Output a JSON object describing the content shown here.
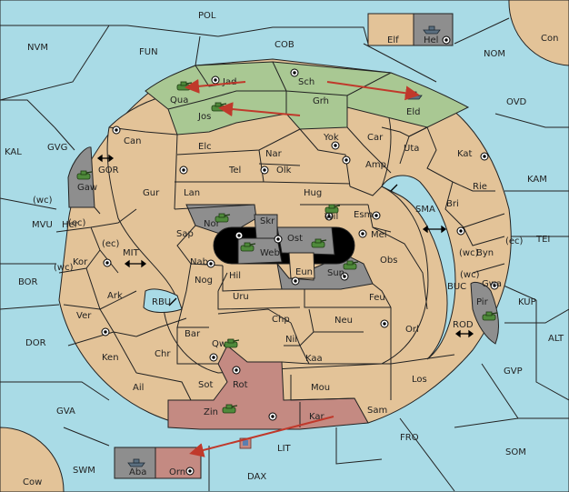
{
  "map": {
    "colors": {
      "sea": "#a9dbe6",
      "neutral_land": "#e3c398",
      "green_power": "#a9c893",
      "pink_power": "#c48a82",
      "grey_power": "#8e8e8e",
      "order_arrow": "#c0392b"
    },
    "seas": [
      {
        "id": "POL",
        "label": "POL"
      },
      {
        "id": "NVM",
        "label": "NVM"
      },
      {
        "id": "FUN",
        "label": "FUN"
      },
      {
        "id": "COB",
        "label": "COB"
      },
      {
        "id": "NOM",
        "label": "NOM"
      },
      {
        "id": "Con",
        "label": "Con"
      },
      {
        "id": "OVD",
        "label": "OVD"
      },
      {
        "id": "KAL",
        "label": "KAL"
      },
      {
        "id": "GVG",
        "label": "GVG"
      },
      {
        "id": "GOR",
        "label": "GOR"
      },
      {
        "id": "KAM",
        "label": "KAM"
      },
      {
        "id": "SMA",
        "label": "SMA"
      },
      {
        "id": "TEI",
        "label": "TEI"
      },
      {
        "id": "MVU",
        "label": "MVU"
      },
      {
        "id": "MIT",
        "label": "MIT"
      },
      {
        "id": "BOR",
        "label": "BOR"
      },
      {
        "id": "RBU",
        "label": "RBU"
      },
      {
        "id": "BUC",
        "label": "BUC"
      },
      {
        "id": "KUP",
        "label": "KUP"
      },
      {
        "id": "ROD",
        "label": "ROD"
      },
      {
        "id": "DOR",
        "label": "DOR"
      },
      {
        "id": "ALT",
        "label": "ALT"
      },
      {
        "id": "GVP",
        "label": "GVP"
      },
      {
        "id": "GVA",
        "label": "GVA"
      },
      {
        "id": "FRO",
        "label": "FRO"
      },
      {
        "id": "LIT",
        "label": "LIT"
      },
      {
        "id": "SOM",
        "label": "SOM"
      },
      {
        "id": "SWM",
        "label": "SWM"
      },
      {
        "id": "DAX",
        "label": "DAX"
      },
      {
        "id": "Cow",
        "label": "Cow"
      }
    ],
    "lands": [
      {
        "id": "Jad",
        "label": "Jad"
      },
      {
        "id": "Sch",
        "label": "Sch"
      },
      {
        "id": "Qua",
        "label": "Qua"
      },
      {
        "id": "Jos",
        "label": "Jos"
      },
      {
        "id": "Grh",
        "label": "Grh"
      },
      {
        "id": "Eld",
        "label": "Eld"
      },
      {
        "id": "Can",
        "label": "Can"
      },
      {
        "id": "Elc",
        "label": "Elc"
      },
      {
        "id": "Nar",
        "label": "Nar"
      },
      {
        "id": "Yok",
        "label": "Yok"
      },
      {
        "id": "Car",
        "label": "Car"
      },
      {
        "id": "Uta",
        "label": "Uta"
      },
      {
        "id": "Kat",
        "label": "Kat"
      },
      {
        "id": "Gaw",
        "label": "Gaw"
      },
      {
        "id": "Tel",
        "label": "Tel"
      },
      {
        "id": "Olk",
        "label": "Olk"
      },
      {
        "id": "Amp",
        "label": "Amp"
      },
      {
        "id": "Gur",
        "label": "Gur"
      },
      {
        "id": "Lan",
        "label": "Lan"
      },
      {
        "id": "Hug",
        "label": "Hug"
      },
      {
        "id": "Rie",
        "label": "Rie"
      },
      {
        "id": "Bri",
        "label": "Bri"
      },
      {
        "id": "Nor",
        "label": "Nor"
      },
      {
        "id": "Wil",
        "label": "Wil"
      },
      {
        "id": "Esm",
        "label": "Esm"
      },
      {
        "id": "Her",
        "label": "Her"
      },
      {
        "id": "Skr",
        "label": "Skr"
      },
      {
        "id": "Sap",
        "label": "Sap"
      },
      {
        "id": "Ost",
        "label": "Ost"
      },
      {
        "id": "Mel",
        "label": "Mel"
      },
      {
        "id": "Web",
        "label": "Web"
      },
      {
        "id": "Kor",
        "label": "Kor"
      },
      {
        "id": "Byn",
        "label": "Byn"
      },
      {
        "id": "Nab",
        "label": "Nab"
      },
      {
        "id": "Eun",
        "label": "Eun"
      },
      {
        "id": "Sun",
        "label": "Sun"
      },
      {
        "id": "Obs",
        "label": "Obs"
      },
      {
        "id": "Hil",
        "label": "Hil"
      },
      {
        "id": "Gwa",
        "label": "Gwa"
      },
      {
        "id": "Ark",
        "label": "Ark"
      },
      {
        "id": "Nog",
        "label": "Nog"
      },
      {
        "id": "Uru",
        "label": "Uru"
      },
      {
        "id": "Feu",
        "label": "Feu"
      },
      {
        "id": "Pir",
        "label": "Pir"
      },
      {
        "id": "Ver",
        "label": "Ver"
      },
      {
        "id": "Chp",
        "label": "Chp"
      },
      {
        "id": "Neu",
        "label": "Neu"
      },
      {
        "id": "Bar",
        "label": "Bar"
      },
      {
        "id": "Orl",
        "label": "Orl"
      },
      {
        "id": "Qwi",
        "label": "Qwi"
      },
      {
        "id": "Nil",
        "label": "Nil"
      },
      {
        "id": "Ken",
        "label": "Ken"
      },
      {
        "id": "Chr",
        "label": "Chr"
      },
      {
        "id": "Kaa",
        "label": "Kaa"
      },
      {
        "id": "Rot",
        "label": "Rot"
      },
      {
        "id": "Los",
        "label": "Los"
      },
      {
        "id": "Ail",
        "label": "Ail"
      },
      {
        "id": "Sot",
        "label": "Sot"
      },
      {
        "id": "Mou",
        "label": "Mou"
      },
      {
        "id": "Zin",
        "label": "Zin"
      },
      {
        "id": "Kar",
        "label": "Kar"
      },
      {
        "id": "Sam",
        "label": "Sam"
      },
      {
        "id": "Elf",
        "label": "Elf"
      },
      {
        "id": "Hel",
        "label": "Hel"
      },
      {
        "id": "Aba",
        "label": "Aba"
      },
      {
        "id": "Orn",
        "label": "Orn"
      }
    ],
    "coast_labels": [
      "(wc)",
      "(ec)",
      "(ec)",
      "(wc)",
      "(wc)",
      "(ec)",
      "(wc)"
    ],
    "move_arrows": [
      {
        "from": "Jad",
        "to": "Qua"
      },
      {
        "from": "Grh",
        "to": "Jos"
      },
      {
        "from": "Sch",
        "to": "Eld"
      },
      {
        "from": "Kar",
        "to": "Orn"
      }
    ],
    "units": [
      {
        "type": "army",
        "province": "Qua",
        "power": "green"
      },
      {
        "type": "army",
        "province": "Jos",
        "power": "green"
      },
      {
        "type": "fleet",
        "province": "Eld",
        "power": "green"
      },
      {
        "type": "army",
        "province": "Gaw",
        "power": "grey"
      },
      {
        "type": "army",
        "province": "Nor",
        "power": "grey"
      },
      {
        "type": "army",
        "province": "Wil",
        "power": "grey"
      },
      {
        "type": "army",
        "province": "Web",
        "power": "grey"
      },
      {
        "type": "army",
        "province": "Ost",
        "power": "grey"
      },
      {
        "type": "army",
        "province": "Sun",
        "power": "grey"
      },
      {
        "type": "army",
        "province": "Pir",
        "power": "grey"
      },
      {
        "type": "army",
        "province": "Qwi",
        "power": "pink"
      },
      {
        "type": "army",
        "province": "Zin",
        "power": "pink"
      },
      {
        "type": "fleet",
        "province": "Hel",
        "power": "grey"
      },
      {
        "type": "fleet",
        "province": "Aba",
        "power": "grey"
      },
      {
        "type": "fleet",
        "province": "LIT",
        "power": "pink"
      }
    ]
  }
}
